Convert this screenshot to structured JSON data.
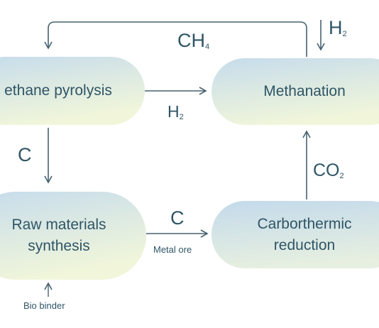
{
  "nodes": {
    "methane_pyrolysis": "ethane pyrolysis",
    "methanation": "Methanation",
    "raw_materials_line1": "Raw materials",
    "raw_materials_line2": "synthesis",
    "carbothermic_line1": "Carborthermic",
    "carbothermic_line2": "reduction"
  },
  "edges": {
    "ch4_label": "CH",
    "ch4_sub": "4",
    "h2_top_label": "H",
    "h2_top_sub": "2",
    "h2_mid_label": "H",
    "h2_mid_sub": "2",
    "c_left_label": "C",
    "co2_label": "CO",
    "co2_sub": "2",
    "c_bottom_label": "C",
    "metal_ore_label": "Metal ore",
    "bio_binder_label": "Bio binder"
  },
  "colors": {
    "text": "#2f5566",
    "arrow": "#46626f",
    "pill_blue": "#cfe2ef",
    "pill_green": "#eef4d6"
  }
}
